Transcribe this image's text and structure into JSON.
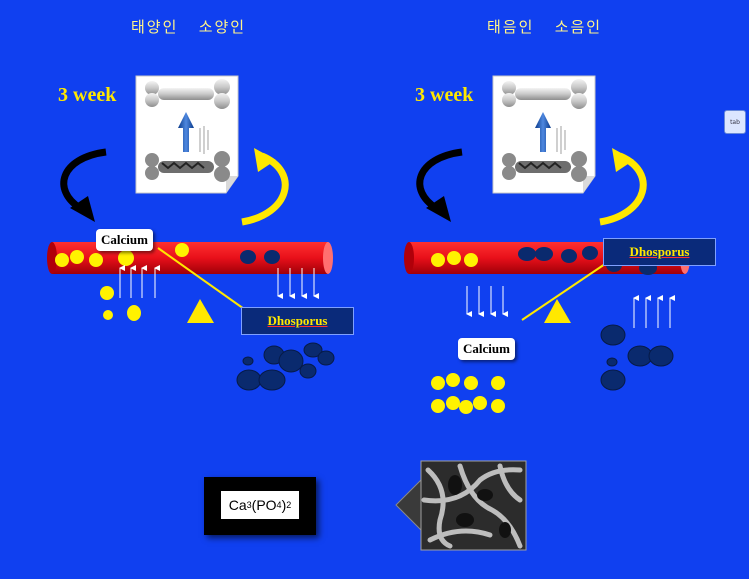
{
  "panels": {
    "left": {
      "title": "태양인   소양인",
      "week": "3 week",
      "calcium_label": "Calcium",
      "phosphorus_label": "Dhosporus"
    },
    "right": {
      "title": "태음인   소음인",
      "week": "3 week",
      "calcium_label": "Calcium",
      "phosphorus_label": "Dhosporus"
    }
  },
  "formula": {
    "base": "Ca",
    "sub1": "3",
    "mid": "(PO",
    "sub2": "4",
    "close": ")",
    "sub3": "2"
  },
  "tab_button": {
    "label": "tab"
  },
  "colors": {
    "background": "#1040F0",
    "vessel": "#E8101A",
    "calcium_dot": "#FFF200",
    "phosphorus_dot": "#0A2A6E",
    "label_yellow": "#FFE800"
  }
}
